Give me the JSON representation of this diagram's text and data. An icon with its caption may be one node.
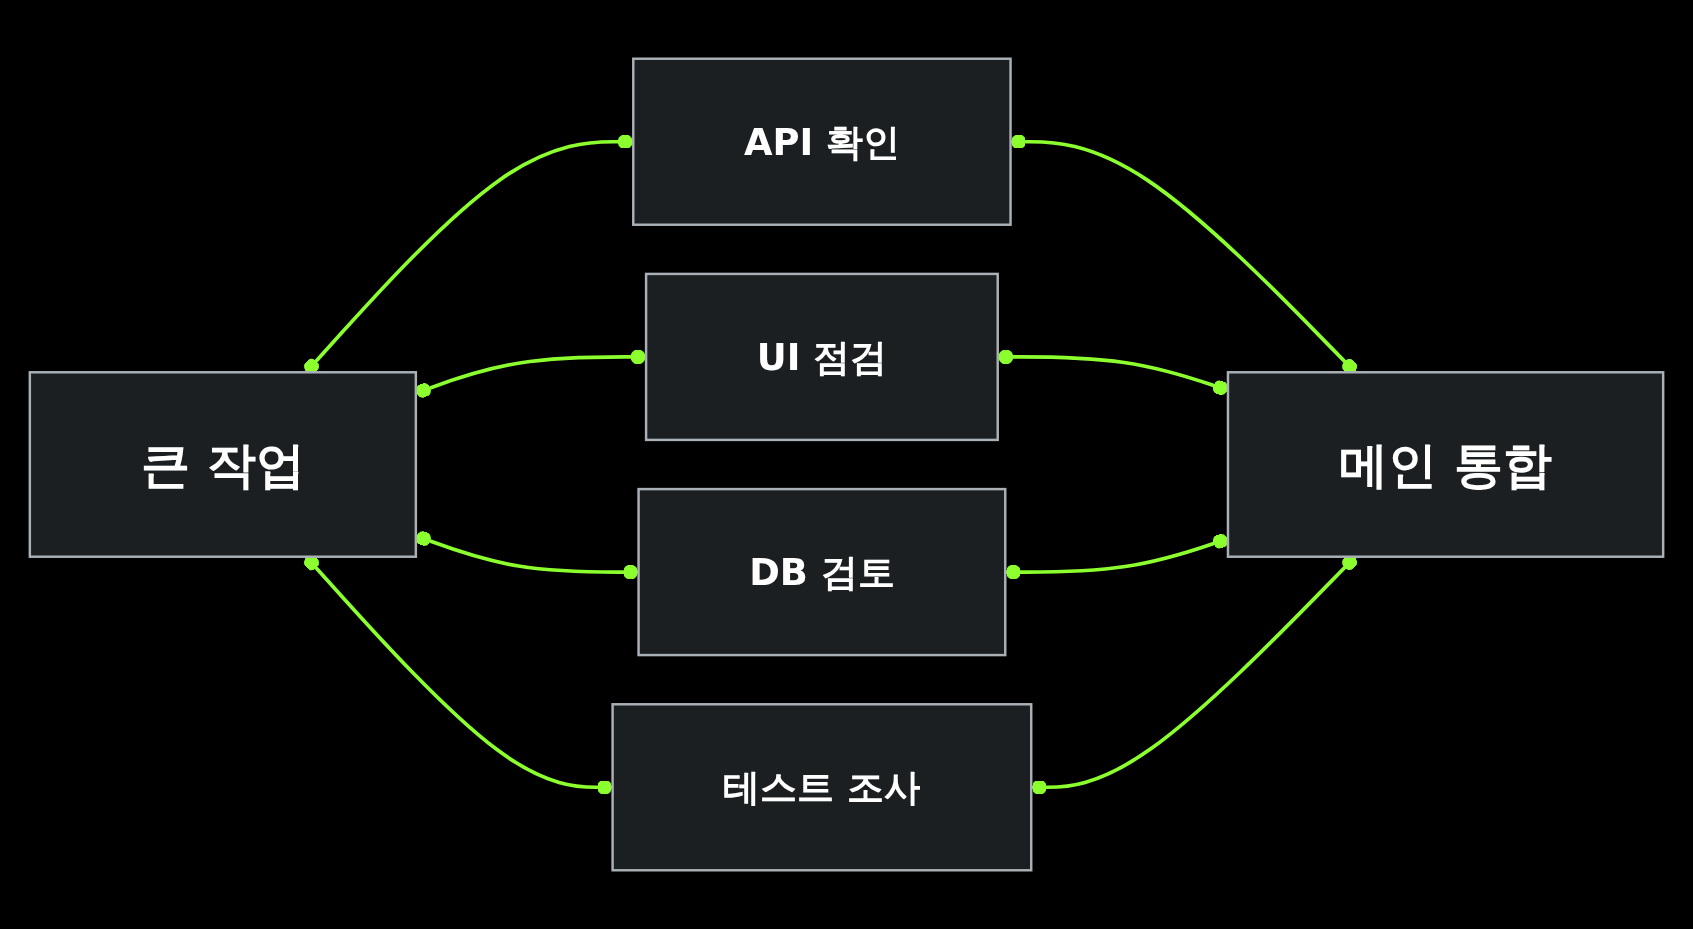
{
  "diagram": {
    "nodes": [
      {
        "text": [
          "큰 작업"
        ]
      },
      {
        "text": [
          "API 확인"
        ]
      },
      {
        "text": [
          "UI 점검"
        ]
      },
      {
        "text": [
          "DB 검토"
        ]
      },
      {
        "text": [
          "테스트 조사"
        ]
      },
      {
        "text": [
          "메인 통합"
        ]
      }
    ],
    "edges": [
      {
        "from": 0,
        "to": 1,
        "arrow": "other"
      },
      {
        "from": 0,
        "to": 2,
        "arrow": "other"
      },
      {
        "from": 0,
        "to": 3,
        "arrow": "other"
      },
      {
        "from": 0,
        "to": 4,
        "arrow": "other"
      },
      {
        "from": 1,
        "to": 5,
        "arrow": "other"
      },
      {
        "from": 2,
        "to": 5,
        "arrow": "other"
      },
      {
        "from": 3,
        "to": 5,
        "arrow": "other"
      },
      {
        "from": 4,
        "to": 5,
        "arrow": "other"
      }
    ]
  }
}
